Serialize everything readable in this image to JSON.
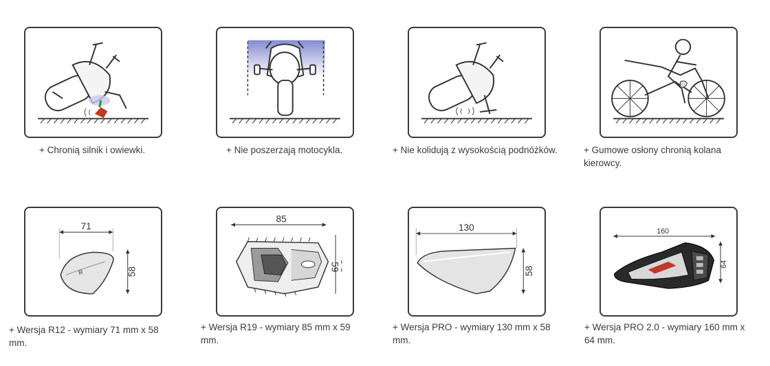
{
  "features": [
    {
      "caption": "+ Chronią silnik i owiewki."
    },
    {
      "caption": "+ Nie poszerzają motocykla."
    },
    {
      "caption": "+ Nie kolidują z wysokością podnóżków."
    },
    {
      "caption": "+ Gumowe osłony chronią kolana kierowcy."
    }
  ],
  "versions": [
    {
      "caption": "+ Wersja R12 - wymiary 71 mm x 58 mm.",
      "width": "71",
      "height": "58"
    },
    {
      "caption": "+ Wersja R19 - wymiary 85 mm x 59 mm.",
      "width": "85",
      "height": "59"
    },
    {
      "caption": "+ Wersja PRO - wymiary 130 mm x 58 mm.",
      "width": "130",
      "height": "58"
    },
    {
      "caption": "+ Wersja PRO 2.0 - wymiary 160 mm x 64 mm.",
      "width": "160",
      "height": "64"
    }
  ]
}
